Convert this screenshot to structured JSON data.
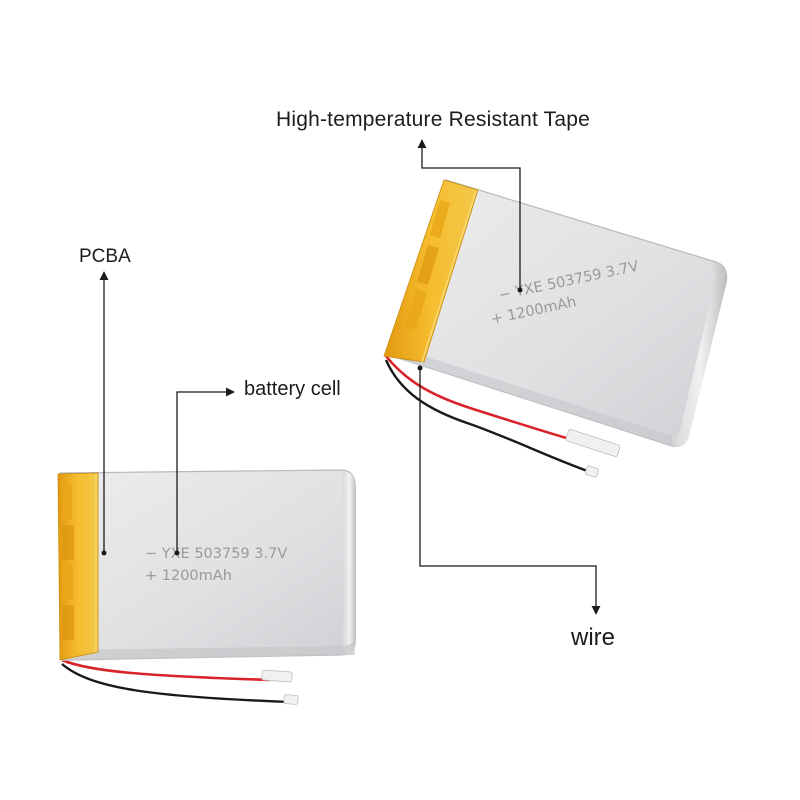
{
  "labels": {
    "tape": "High-temperature Resistant Tape",
    "pcba": "PCBA",
    "cell": "battery cell",
    "wire": "wire"
  },
  "battery_print": {
    "line1": "−  YXE 503759 3.7V",
    "line2": "+ 1200mAh"
  },
  "colors": {
    "cell_body": "#e2e3e5",
    "tape": "#f2b21c",
    "wire_red": "#d8232a",
    "wire_black": "#1a1a1a",
    "callout": "#1a1a1a"
  }
}
